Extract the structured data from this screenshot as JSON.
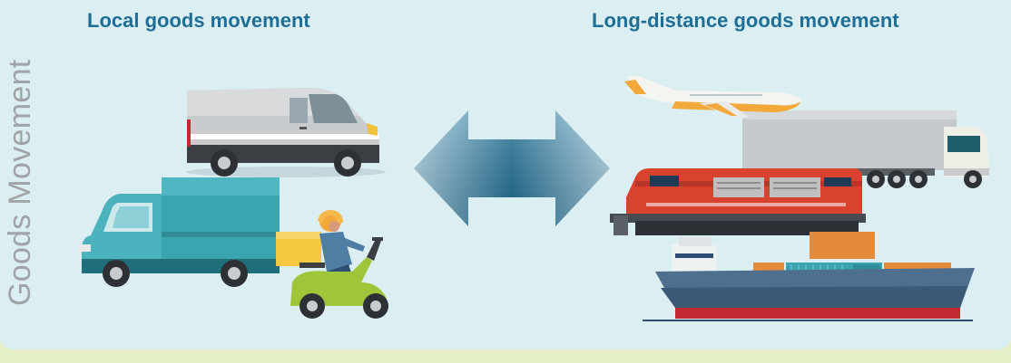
{
  "side_label": "Goods Movement",
  "headings": {
    "local": "Local goods movement",
    "long_distance": "Long-distance goods movement"
  },
  "colors": {
    "panel_background": "#dbeef2",
    "heading_text": "#1e6e95",
    "side_label_text": "#a0a4a6",
    "arrow_dark": "#1e6e95",
    "arrow_light": "#a9cfe0"
  },
  "illustrations": {
    "local": [
      "delivery-van-icon",
      "box-truck-icon",
      "delivery-scooter-icon"
    ],
    "long_distance": [
      "airplane-icon",
      "semi-truck-icon",
      "freight-locomotive-icon",
      "container-ship-icon"
    ],
    "connector": "double-headed-arrow-icon"
  }
}
